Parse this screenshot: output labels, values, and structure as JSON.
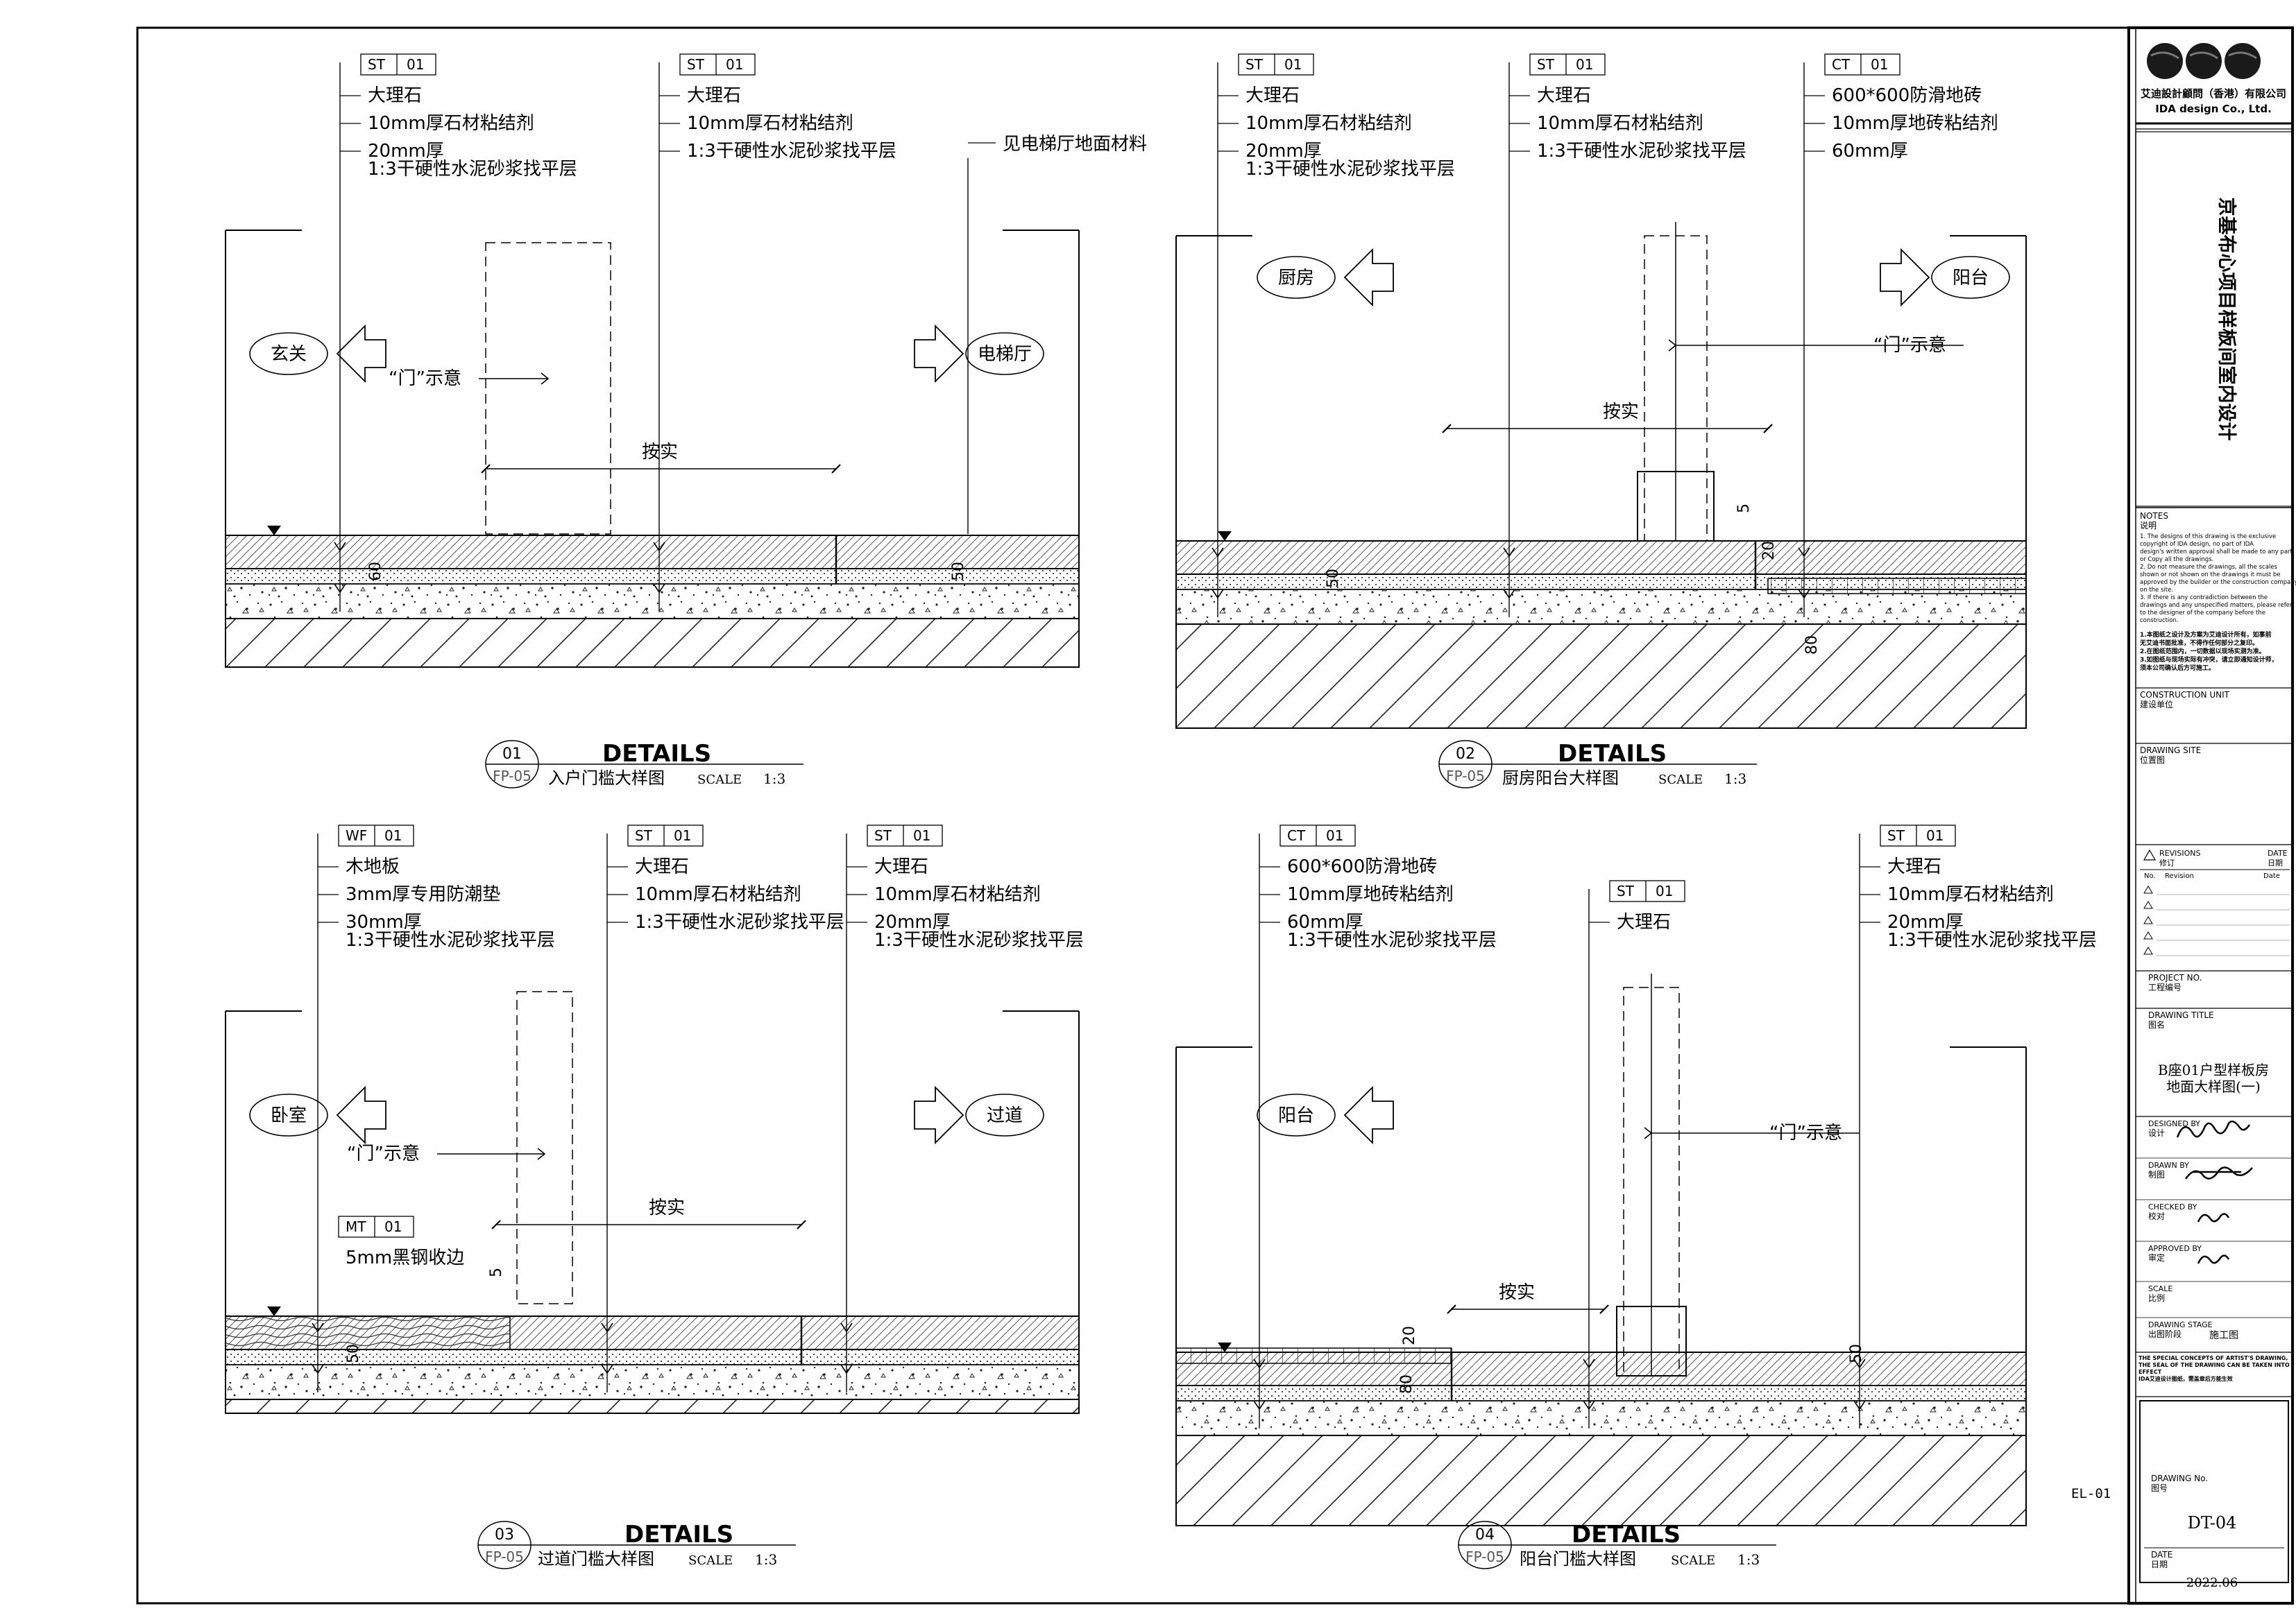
{
  "details": [
    {
      "number": "01",
      "sheet_ref": "FP-05",
      "heading": "DETAILS",
      "name": "入户门槛大样图",
      "scale_label": "SCALE",
      "scale_value": "1:3",
      "tags": [
        {
          "code": "ST",
          "num": "01",
          "lines": [
            "大理石",
            "10mm厚石材粘结剂",
            "20mm厚",
            "1:3干硬性水泥砂浆找平层"
          ]
        },
        {
          "code": "ST",
          "num": "01",
          "lines": [
            "大理石",
            "10mm厚石材粘结剂",
            "1:3干硬性水泥砂浆找平层"
          ]
        }
      ],
      "notes": [
        "见电梯厅地面材料"
      ],
      "rooms": [
        "玄关",
        "电梯厅"
      ],
      "door_label": "“门”示意",
      "site_label": "按实",
      "dims": [
        "60",
        "50"
      ]
    },
    {
      "number": "02",
      "sheet_ref": "FP-05",
      "heading": "DETAILS",
      "name": "厨房阳台大样图",
      "scale_label": "SCALE",
      "scale_value": "1:3",
      "tags": [
        {
          "code": "ST",
          "num": "01",
          "lines": [
            "大理石",
            "10mm厚石材粘结剂",
            "20mm厚",
            "1:3干硬性水泥砂浆找平层"
          ]
        },
        {
          "code": "ST",
          "num": "01",
          "lines": [
            "大理石",
            "10mm厚石材粘结剂",
            "1:3干硬性水泥砂浆找平层"
          ]
        },
        {
          "code": "CT",
          "num": "01",
          "lines": [
            "600*600防滑地砖",
            "10mm厚地砖粘结剂",
            "60mm厚"
          ]
        }
      ],
      "notes": [],
      "rooms": [
        "厨房",
        "阳台"
      ],
      "door_label": "“门”示意",
      "site_label": "按实",
      "dims": [
        "50",
        "5",
        "20",
        "80"
      ]
    },
    {
      "number": "03",
      "sheet_ref": "FP-05",
      "heading": "DETAILS",
      "name": "过道门槛大样图",
      "scale_label": "SCALE",
      "scale_value": "1:3",
      "tags": [
        {
          "code": "WF",
          "num": "01",
          "lines": [
            "木地板",
            "3mm厚专用防潮垫",
            "30mm厚",
            "1:3干硬性水泥砂浆找平层"
          ]
        },
        {
          "code": "ST",
          "num": "01",
          "lines": [
            "大理石",
            "10mm厚石材粘结剂",
            "1:3干硬性水泥砂浆找平层"
          ]
        },
        {
          "code": "ST",
          "num": "01",
          "lines": [
            "大理石",
            "10mm厚石材粘结剂",
            "20mm厚",
            "1:3干硬性水泥砂浆找平层"
          ]
        },
        {
          "code": "MT",
          "num": "01",
          "lines": [
            "5mm黑钢收边"
          ]
        }
      ],
      "notes": [],
      "rooms": [
        "卧室",
        "过道"
      ],
      "door_label": "“门”示意",
      "site_label": "按实",
      "dims": [
        "50",
        "5"
      ]
    },
    {
      "number": "04",
      "sheet_ref": "FP-05",
      "heading": "DETAILS",
      "name": "阳台门槛大样图",
      "scale_label": "SCALE",
      "scale_value": "1:3",
      "tags": [
        {
          "code": "CT",
          "num": "01",
          "lines": [
            "600*600防滑地砖",
            "10mm厚地砖粘结剂",
            "60mm厚",
            "1:3干硬性水泥砂浆找平层"
          ]
        },
        {
          "code": "ST",
          "num": "01",
          "lines": [
            "大理石"
          ]
        },
        {
          "code": "ST",
          "num": "01",
          "lines": [
            "大理石",
            "10mm厚石材粘结剂",
            "20mm厚",
            "1:3干硬性水泥砂浆找平层"
          ]
        }
      ],
      "notes": [],
      "rooms": [
        "阳台"
      ],
      "door_label": "“门”示意",
      "site_label": "按实",
      "dims": [
        "20",
        "80",
        "50"
      ]
    }
  ],
  "sheet_mark": "EL-01",
  "title_block": {
    "company_cn": "艾迪設計顧問（香港）有限公司",
    "company_en": "IDA design Co., Ltd.",
    "project_vertical": "京基布心项目样板间室内设计",
    "notes_heading_en": "NOTES",
    "notes_heading_cn": "说明",
    "notes_en": [
      "1. The designs of this drawing is the exclusive",
      "copyright of IDA design, no part of IDA",
      "design's written approval shall be made to any part",
      "or Copy all the drawings.",
      "2. Do not measure the drawings, all the scales",
      "shown or not shown on the drawings it must be",
      "approved by the builder or the construction company",
      "on the site.",
      "3. If there is any contradiction between the",
      "drawings and any unspecified matters, please refer",
      "to the designer of the company before the",
      "construction."
    ],
    "notes_cn": [
      "1.本图纸之设计及方案为艾迪设计所有，如事前",
      "无艾迪书面批准，不得作任何部分之复印。",
      "2.在图纸范围内，一切数据以现场实测为准。",
      "3.如图纸与现场实际有冲突，请立即通知设计师，",
      "须本公司确认后方可施工。"
    ],
    "construction_unit_en": "CONSTRUCTION UNIT",
    "construction_unit_cn": "建设单位",
    "drawing_site_en": "DRAWING SITE",
    "drawing_site_cn": "位置图",
    "revisions_en": "REVISIONS",
    "revisions_cn": "修订",
    "date_en": "DATE",
    "date_cn": "日期",
    "rev_cols": [
      "No.",
      "Revision",
      "Date"
    ],
    "project_no_en": "PROJECT NO.",
    "project_no_cn": "工程编号",
    "drawing_title_en": "DRAWING TITLE",
    "drawing_title_cn": "图名",
    "drawing_title_1": "B座01户型样板房",
    "drawing_title_2": "地面大样图(一)",
    "designed_by_en": "DESIGNED BY",
    "designed_by_cn": "设计",
    "drawn_by_en": "DRAWN BY",
    "drawn_by_cn": "制图",
    "checked_by_en": "CHECKED BY",
    "checked_by_cn": "校对",
    "approved_by_en": "APPROVED BY",
    "approved_by_cn": "审定",
    "scale_en": "SCALE",
    "scale_cn": "比例",
    "drawing_stage_en": "DRAWING STAGE",
    "drawing_stage_cn": "出图阶段",
    "drawing_stage_value": "施工图",
    "statement_en": "THE SPECIAL CONCEPTS OF ARTIST'S DRAWING, THE SEAL OF THE DRAWING CAN BE TAKEN INTO EFFECT",
    "statement_cn": "IDA艾迪设计图纸，需盖章后方能生效",
    "drawing_no_en": "DRAWING No.",
    "drawing_no_cn": "图号",
    "drawing_no_value": "DT-04",
    "date_value": "2022.06"
  }
}
